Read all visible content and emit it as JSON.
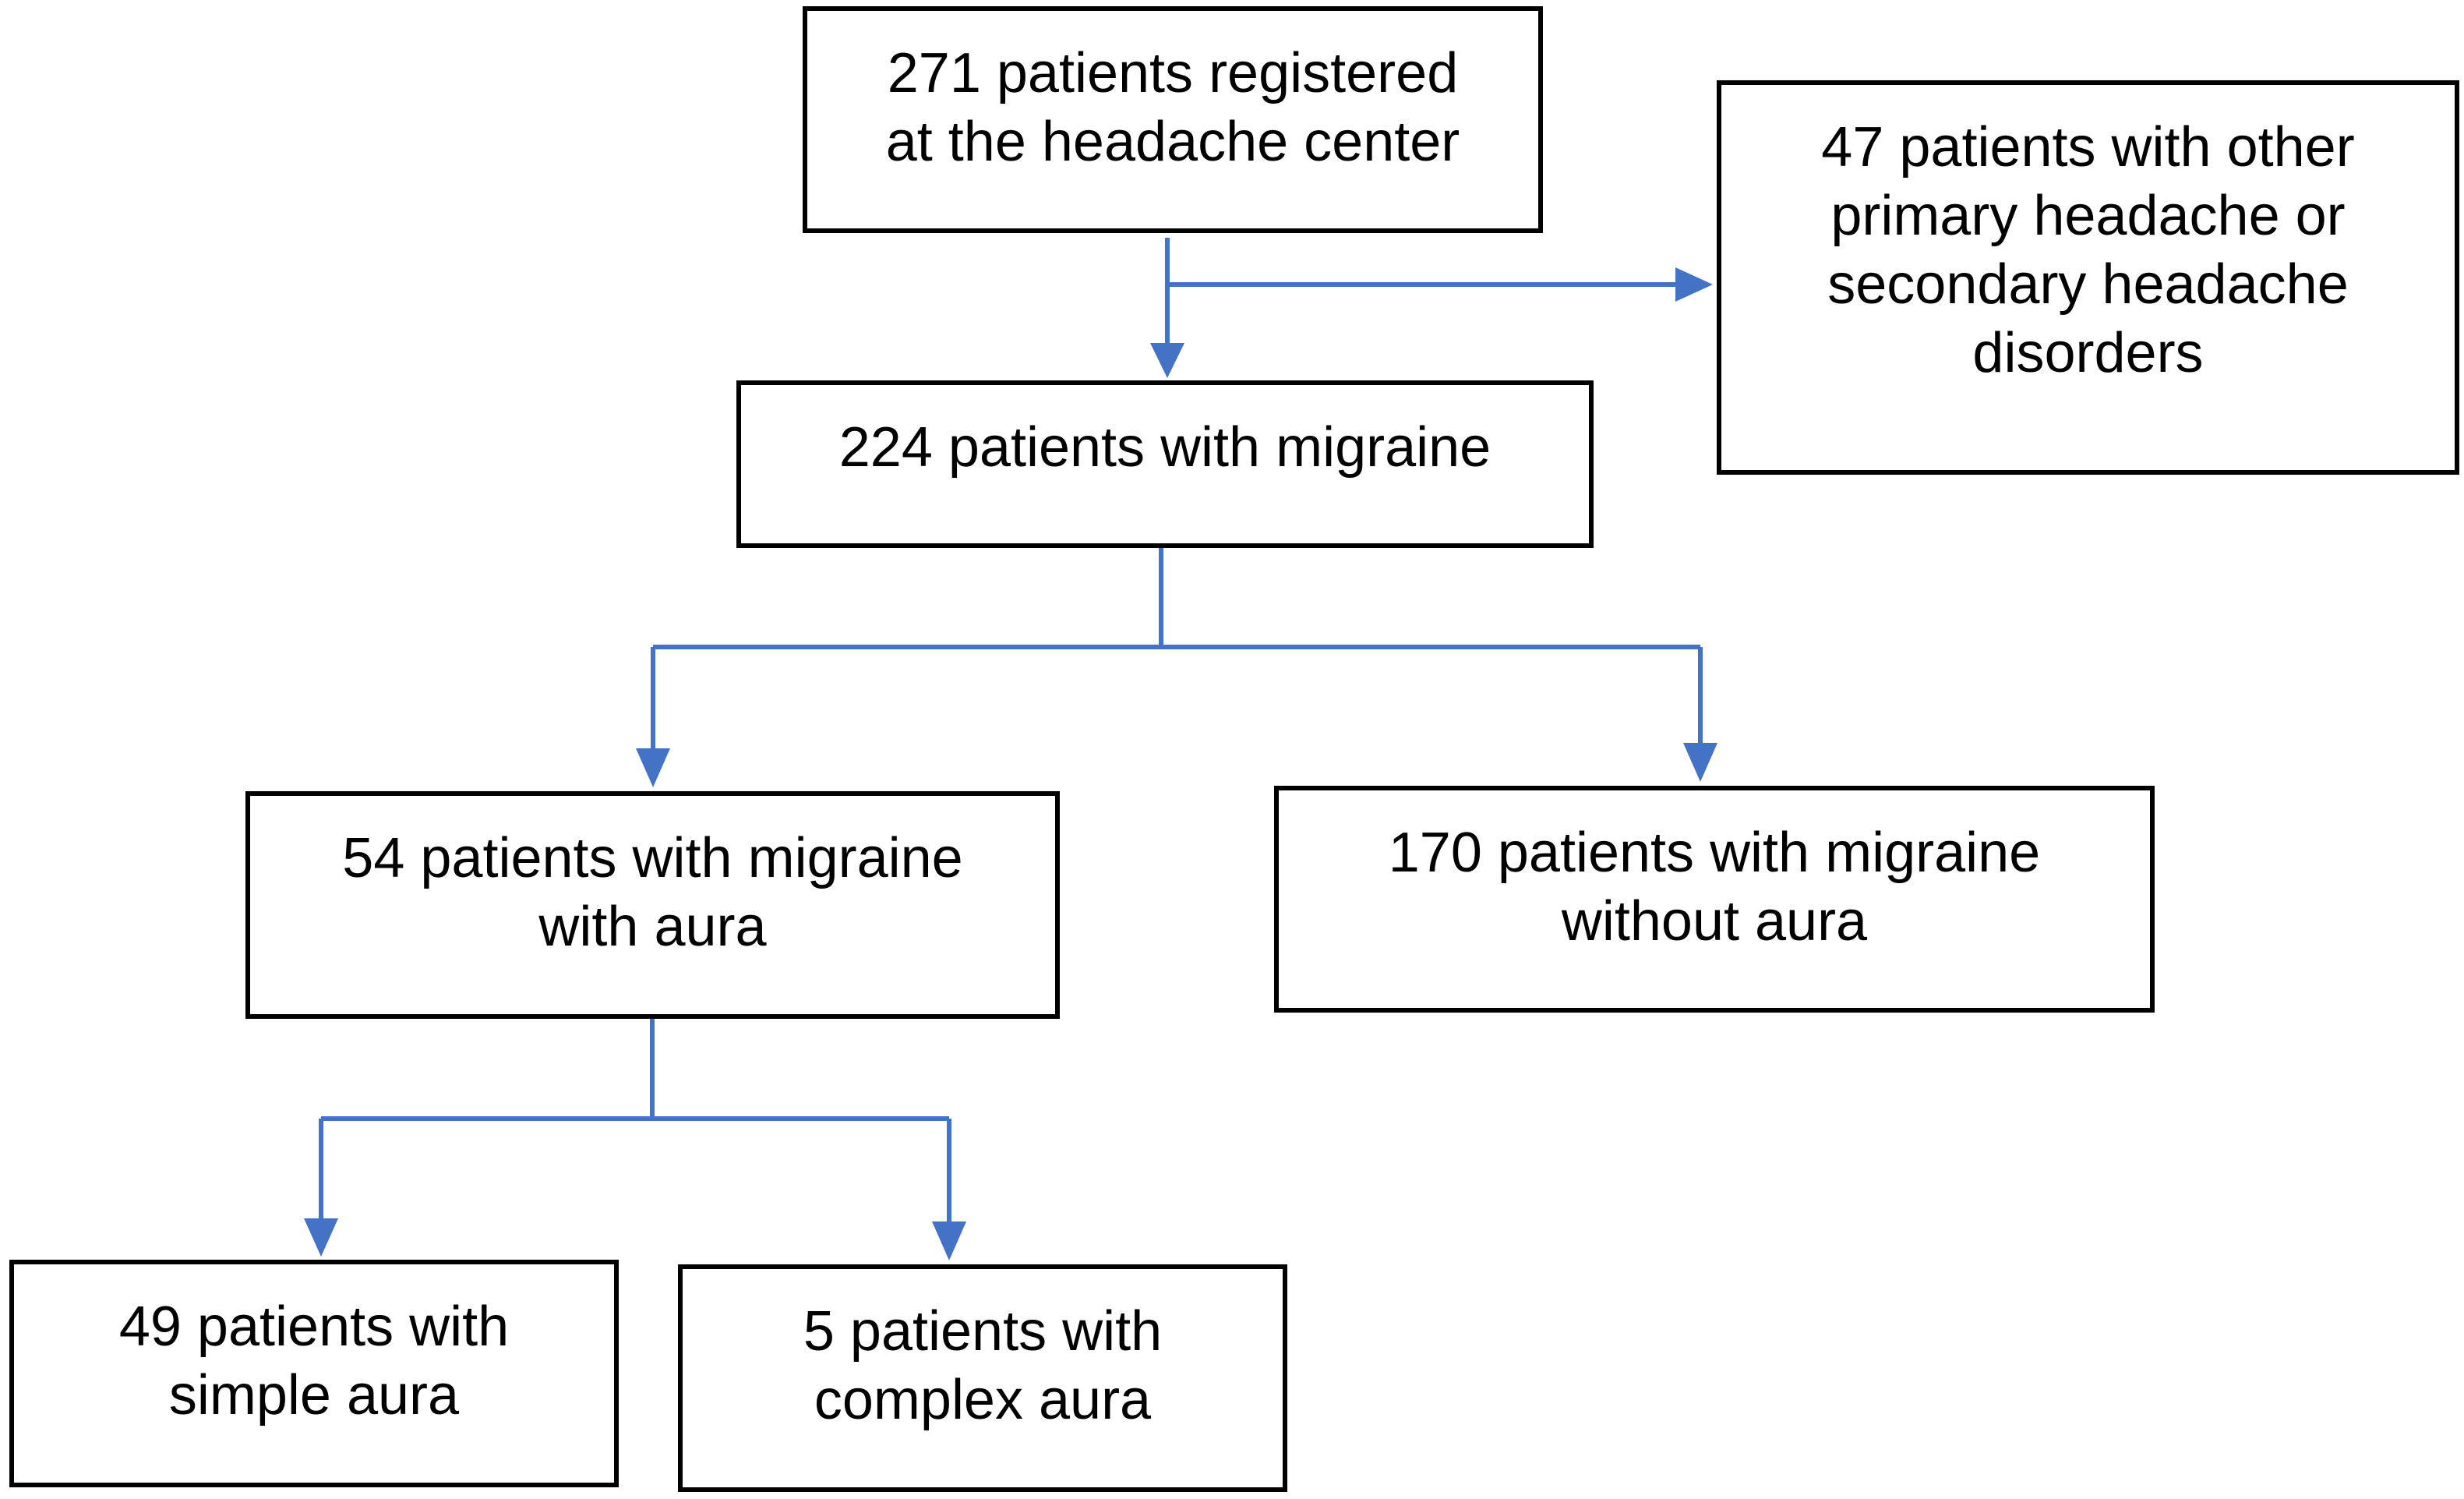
{
  "colors": {
    "connector": "#4472C4",
    "box_border": "#000000",
    "text": "#000000"
  },
  "boxes": {
    "registered": "271 patients registered\nat the headache center",
    "excluded": "47 patients with other\nprimary headache or\nsecondary headache\ndisorders",
    "migraine": "224 patients with migraine",
    "with_aura": "54 patients with migraine\nwith aura",
    "without_aura": "170 patients with migraine\nwithout aura",
    "simple_aura": "49 patients with\nsimple aura",
    "complex_aura": "5 patients with\ncomplex aura"
  }
}
